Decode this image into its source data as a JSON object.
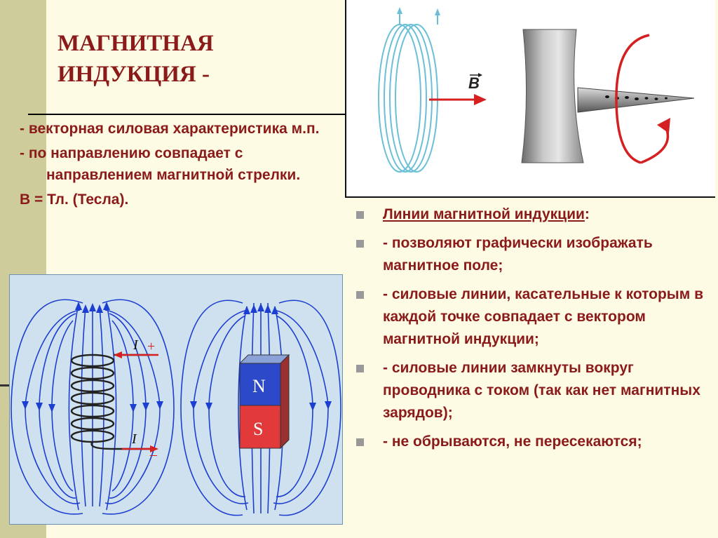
{
  "title": {
    "line1": "МАГНИТНАЯ",
    "line2": "ИНДУКЦИЯ -"
  },
  "definition": {
    "item1": "- векторная силовая характеристика м.п.",
    "item2": "- по направлению совпадает с направлением магнитной стрелки.",
    "formula": "B  = Тл.  (Тесла)."
  },
  "lines_section": {
    "heading": "Линии магнитной индукции",
    "heading_suffix": ":",
    "items": [
      "- позволяют графически изображать магнитное поле;",
      "- силовые линии, касательные к которым в каждой точке совпадает с вектором магнитной индукции;",
      "- силовые линии замкнуты вокруг проводника с током  (так как нет магнитных зарядов);",
      "- не обрываются, не пересекаются;"
    ]
  },
  "photo_labels": {
    "vector": "B"
  },
  "diagram_labels": {
    "current_top": "I",
    "plus": "+",
    "current_bottom": "I",
    "minus": "–",
    "north": "N",
    "south": "S"
  },
  "colors": {
    "title_text": "#8b1a1a",
    "field_lines": "#1d3fd1",
    "coil_rings": "#6bc0d8",
    "arrow_red": "#d42020",
    "magnet_north": "#2c49c9",
    "magnet_south": "#e23a3a",
    "background": "#fdfbe3",
    "left_band": "#cfcc9b"
  }
}
